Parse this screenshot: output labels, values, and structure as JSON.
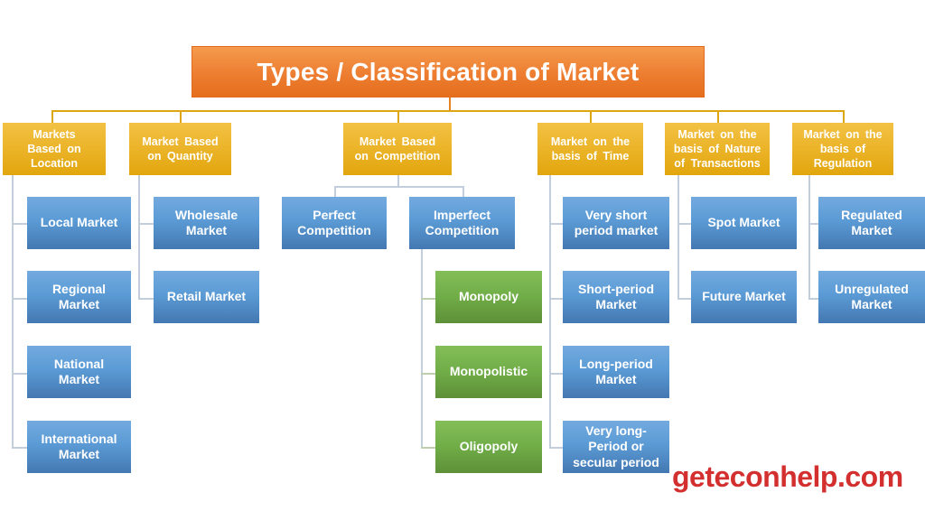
{
  "title": "Types / Classification of Market",
  "watermark": "geteconhelp.com",
  "colors": {
    "title_orange": "#ED7D31",
    "category_yellow": "#EAB226",
    "node_blue": "#5B9BD5",
    "node_green": "#70AD47",
    "connector_top": "#DFA613",
    "connector_branch": "#C2CEDB",
    "watermark_red": "#D42F2F",
    "text": "#FFFFFF"
  },
  "categories": [
    {
      "label": "Markets Based on Location",
      "children": [
        "Local Market",
        "Regional Market",
        "National Market",
        "International Market"
      ]
    },
    {
      "label": "Market Based on Quantity",
      "children": [
        "Wholesale Market",
        "Retail Market"
      ]
    },
    {
      "label": "Market Based on Competition",
      "children": [
        "Perfect Competition",
        "Imperfect Competition"
      ],
      "grandchildren": [
        "Monopoly",
        "Monopolistic",
        "Oligopoly"
      ]
    },
    {
      "label": "Market on the basis of Time",
      "children": [
        "Very short period market",
        "Short-period Market",
        "Long-period Market",
        "Very long-Period or secular period"
      ]
    },
    {
      "label": "Market on the basis of Nature of Transactions",
      "children": [
        "Spot Market",
        "Future Market"
      ]
    },
    {
      "label": "Market on the basis of Regulation",
      "children": [
        "Regulated Market",
        "Unregulated Market"
      ]
    }
  ]
}
